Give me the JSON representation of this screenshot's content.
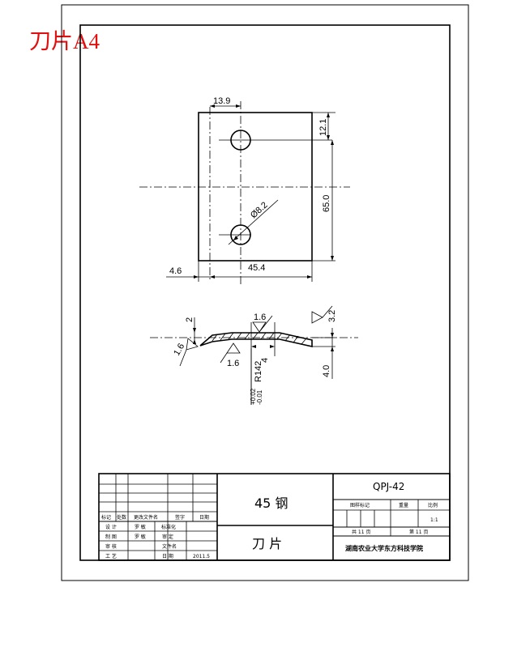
{
  "sheet_label": "刀片A4",
  "dimensions": {
    "hole_offset": "13.9",
    "top_to_hole": "12.1",
    "hole_spacing": "65.0",
    "hole_dia": "Ø8.2",
    "edge_gap": "4.6",
    "width": "45.4",
    "thickness_top": "2",
    "roughness_top": "1.6",
    "roughness_right": "3.2",
    "roughness_left": "1.6",
    "roughness_bottom": "1.6",
    "step": "4",
    "radius": "R142",
    "radius_tol_upper": "+0.02",
    "radius_tol_lower": "-0.01",
    "height": "4.0"
  },
  "title_block": {
    "material": "45 钢",
    "part_name": "刀 片",
    "drawing_no": "QPJ-42",
    "headers": {
      "mark": "标记",
      "count": "处数",
      "change_doc": "更改文件名",
      "sign": "签字",
      "date": "日期",
      "stage_mark": "图样标记",
      "weight": "重量",
      "scale": "比例",
      "total": "共 11 页",
      "sheet": "第 11 页"
    },
    "scale_value": "1:1",
    "roles": {
      "design": "设 计",
      "draw": "制 图",
      "review": "审 核",
      "process": "工 艺",
      "standard": "标准化",
      "approve": "审 定",
      "doc_name": "文件名",
      "date": "日 期"
    },
    "names": {
      "designer": "罗 敏",
      "drafter": "罗 敏"
    },
    "date_value": "2011.5",
    "organization": "湖南农业大学东方科技学院"
  }
}
